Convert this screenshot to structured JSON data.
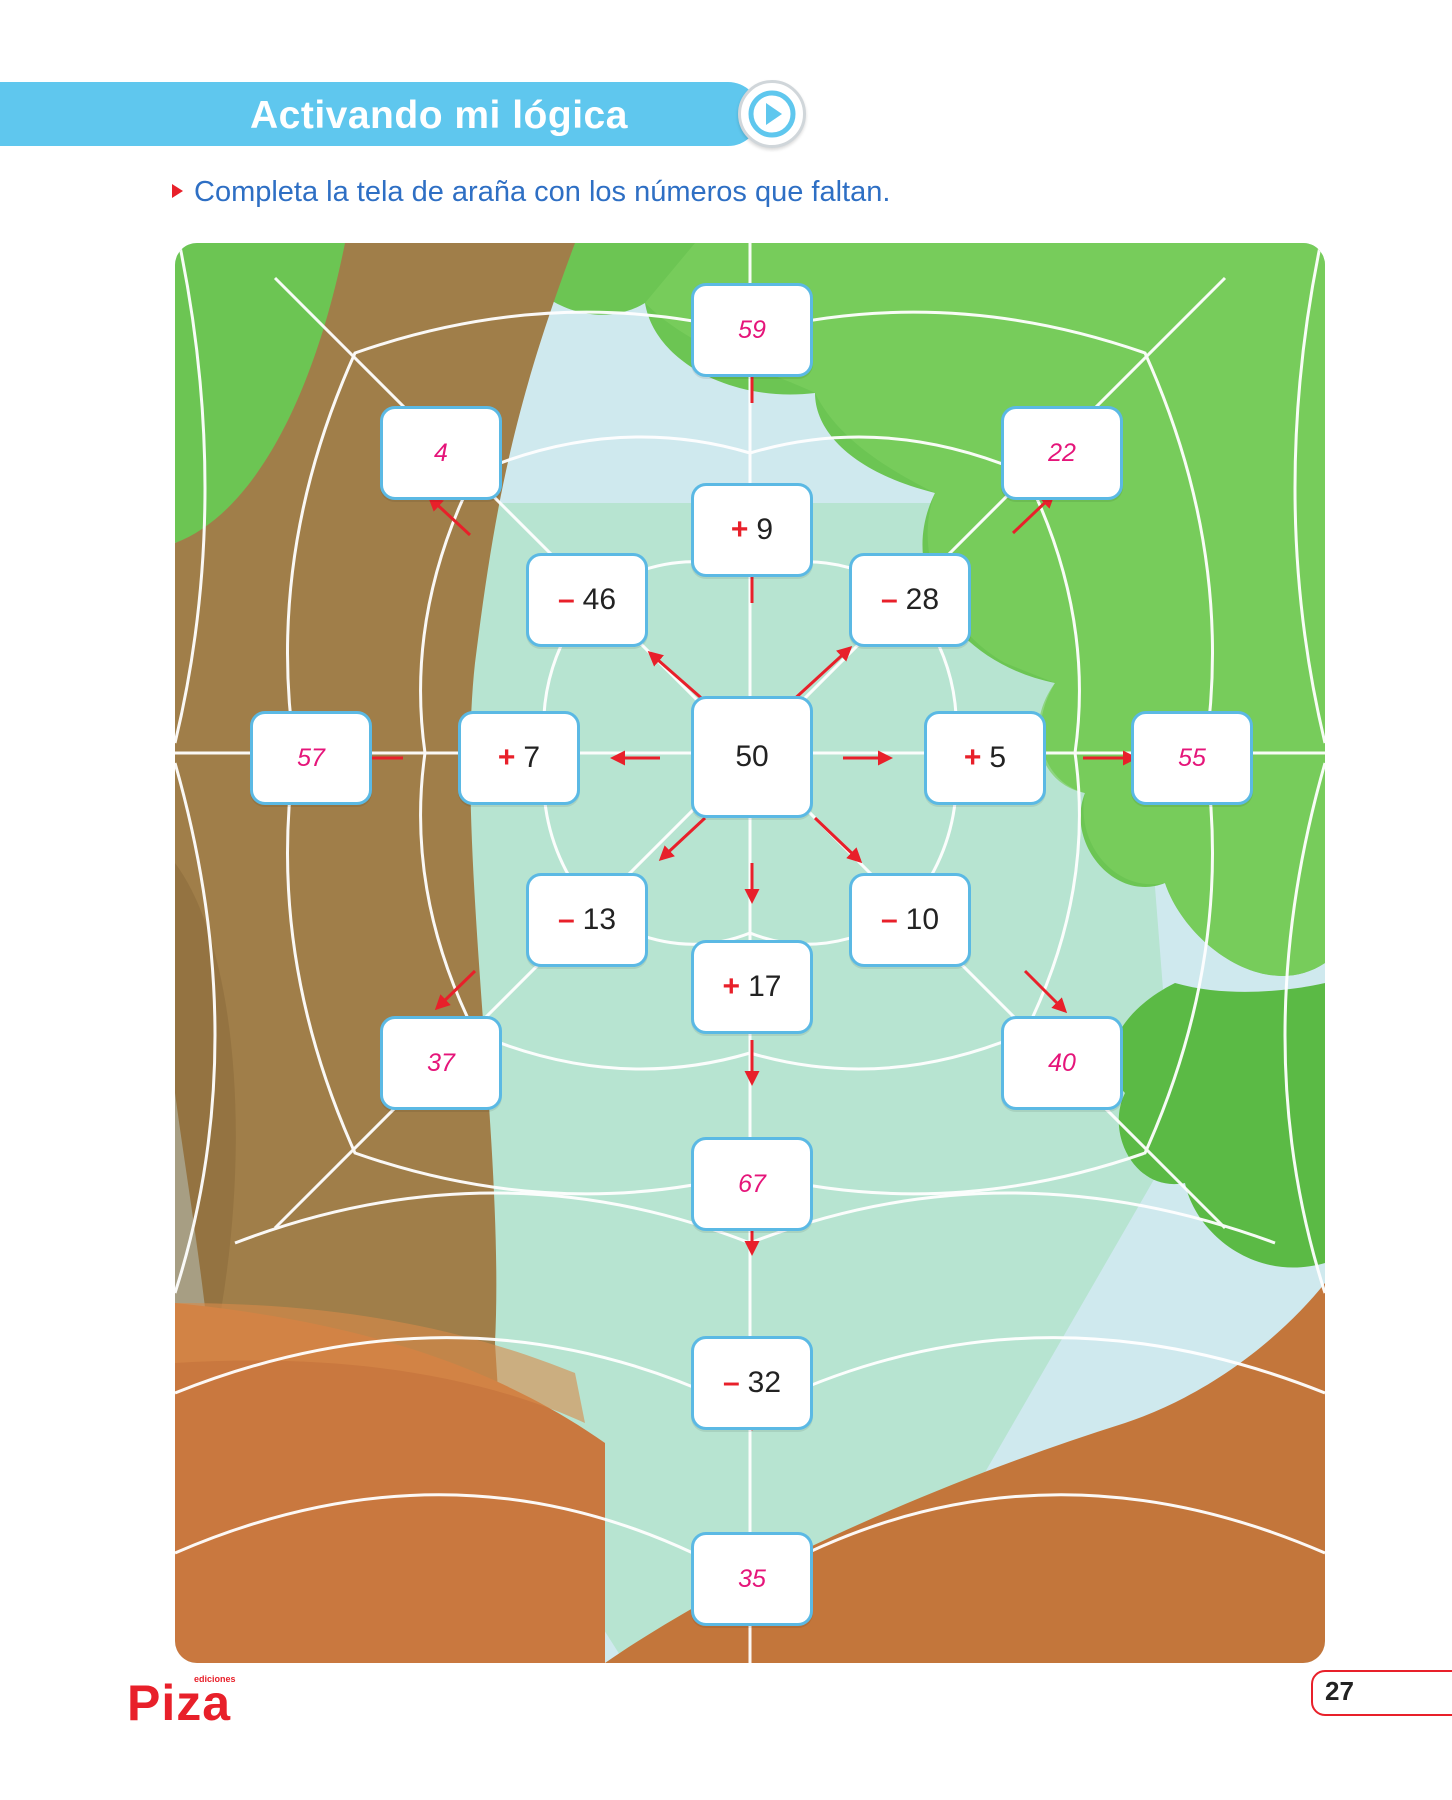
{
  "header": {
    "title": "Activando mi lógica",
    "play_icon": "play-icon",
    "accent_color": "#5fc7ee"
  },
  "instruction": "Completa la tela de araña con los números que faltan.",
  "center": {
    "value": "50"
  },
  "operations": {
    "up": {
      "sign": "+",
      "value": "9"
    },
    "up_right": {
      "sign": "–",
      "value": "28"
    },
    "right": {
      "sign": "+",
      "value": "5"
    },
    "down_right": {
      "sign": "–",
      "value": "10"
    },
    "down": {
      "sign": "+",
      "value": "17"
    },
    "down_left": {
      "sign": "–",
      "value": "13"
    },
    "left": {
      "sign": "+",
      "value": "7"
    },
    "up_left": {
      "sign": "–",
      "value": "46"
    },
    "down_second": {
      "sign": "–",
      "value": "32"
    }
  },
  "answers": {
    "up": "59",
    "up_right": "22",
    "right": "55",
    "down_right": "40",
    "down": "67",
    "down_left": "37",
    "left": "57",
    "up_left": "4",
    "down_second": "35"
  },
  "footer": {
    "brand": "Piza",
    "brand_prefix": "ediciones",
    "page_number": "27"
  },
  "colors": {
    "answer_text": "#e5157a",
    "arrow": "#e8202a",
    "box_border": "#5bb9e4"
  }
}
